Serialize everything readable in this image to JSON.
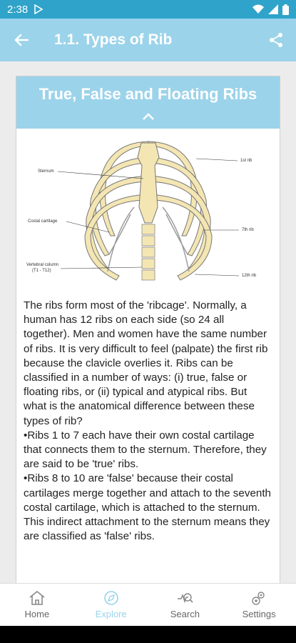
{
  "status_bar": {
    "time": "2:38"
  },
  "app_bar": {
    "title": "1.1. Types of Rib"
  },
  "card": {
    "heading": "True, False and Floating Ribs",
    "figure_labels": {
      "sternum": "Sternum",
      "costal_cartilage": "Costal cartilage",
      "vertebral_column": "Vertebral column",
      "vertebral_range": "(T1 - T12)",
      "first_rib": "1st rib",
      "seventh_rib": "7th rib",
      "twelfth_rib": "12th rib"
    },
    "paragraph": "The ribs form most of the 'ribcage'. Normally, a human has 12 ribs on each side (so 24 all together). Men and women have the same number of ribs. It is very difficult to feel (palpate) the first rib because the clavicle overlies it. Ribs can be classified in a number of ways: (i) true, false or floating ribs, or (ii) typical and atypical ribs. But what is the anatomical difference between these types of rib?",
    "bullets": [
      "•Ribs 1 to 7 each have their own costal cartilage that connects them to the sternum. Therefore, they are said to be 'true' ribs.",
      "•Ribs 8 to 10 are 'false' because their costal cartilages merge together and attach to the seventh costal cartilage, which is attached to the sternum. This indirect attachment to the sternum means they are classified as 'false' ribs."
    ]
  },
  "bottom_nav": {
    "items": [
      {
        "label": "Home",
        "icon": "home-icon"
      },
      {
        "label": "Explore",
        "icon": "compass-icon"
      },
      {
        "label": "Search",
        "icon": "search-icon"
      },
      {
        "label": "Settings",
        "icon": "gear-icon"
      }
    ],
    "active_color": "#9bd3ea"
  },
  "colors": {
    "status": "#2fa3c9",
    "accent": "#9bd3ea",
    "bone": "#f4e6b3"
  }
}
